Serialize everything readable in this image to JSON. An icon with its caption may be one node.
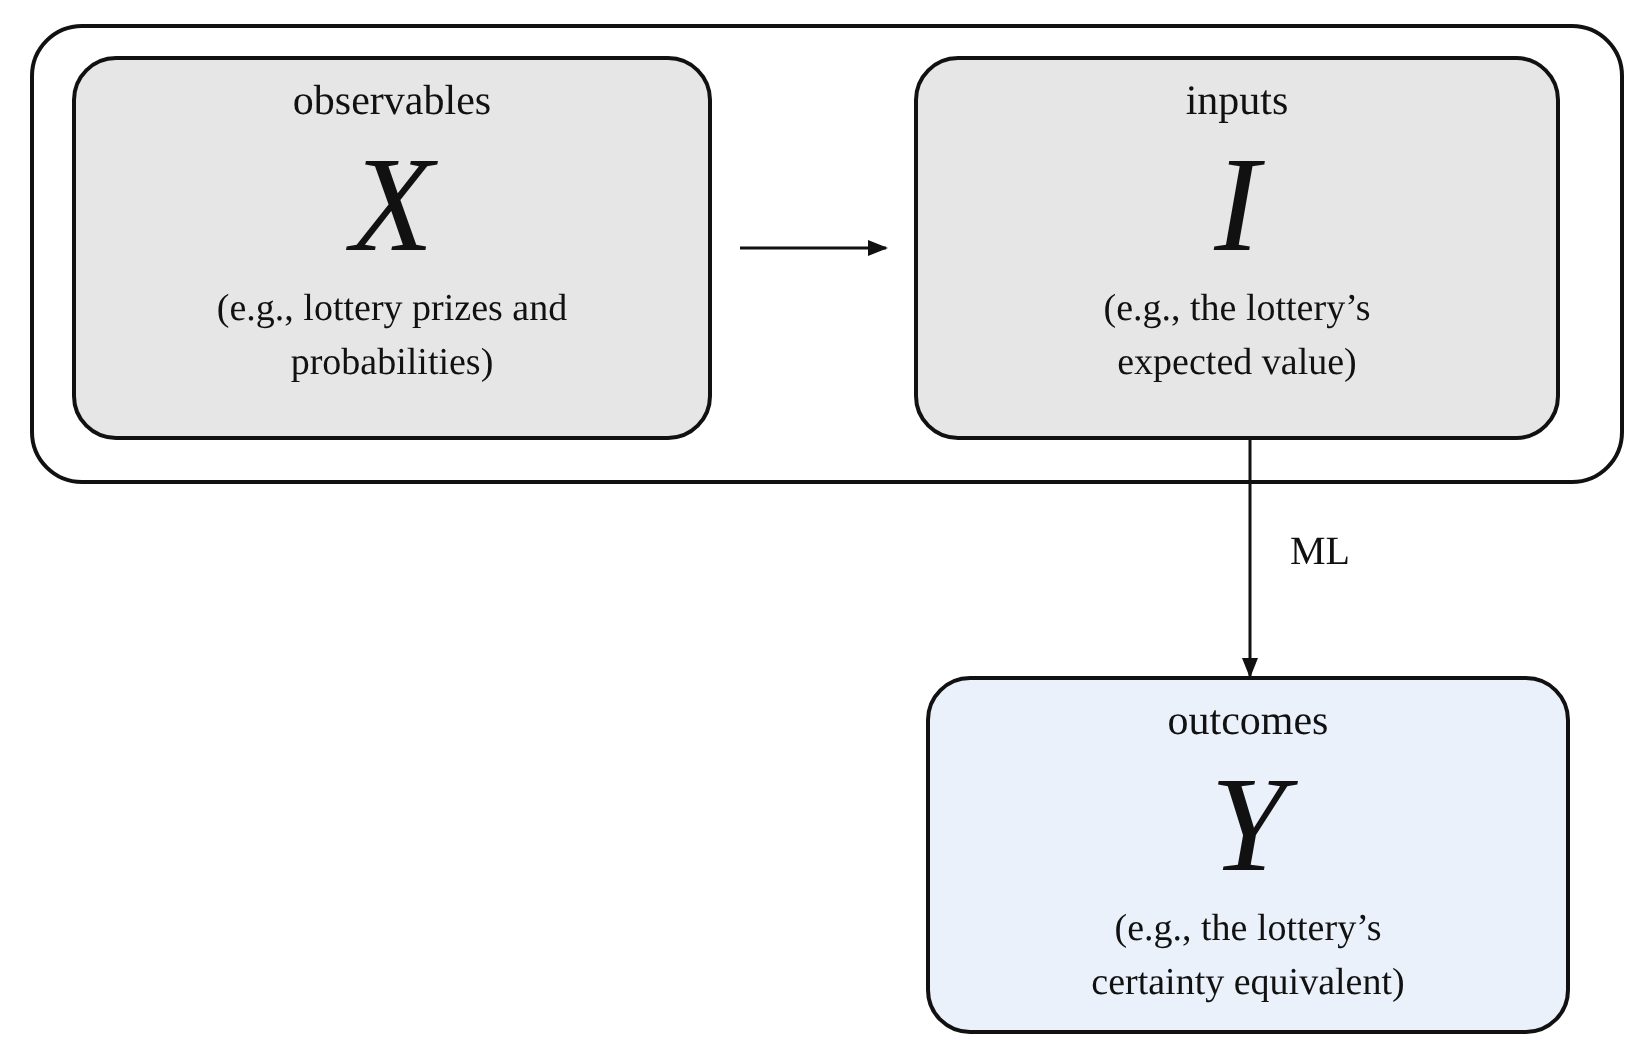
{
  "diagram": {
    "nodes": [
      {
        "text": [],
        "shape": "box"
      },
      {
        "text": [
          "observables",
          "X",
          "(e.g., lottery prizes and probabilities)"
        ],
        "in": 0
      },
      {
        "text": [
          "inputs",
          "I",
          "(e.g., the lottery’s expected value)"
        ],
        "in": 0
      },
      {
        "text": [
          "outcomes",
          "Y",
          "(e.g., the lottery’s certainty equivalent)"
        ]
      }
    ],
    "edges": [
      {
        "from": 1,
        "to": 2,
        "arrow": "to"
      },
      {
        "from": 2,
        "to": 3,
        "arrow": "to",
        "label": "ML"
      }
    ]
  }
}
